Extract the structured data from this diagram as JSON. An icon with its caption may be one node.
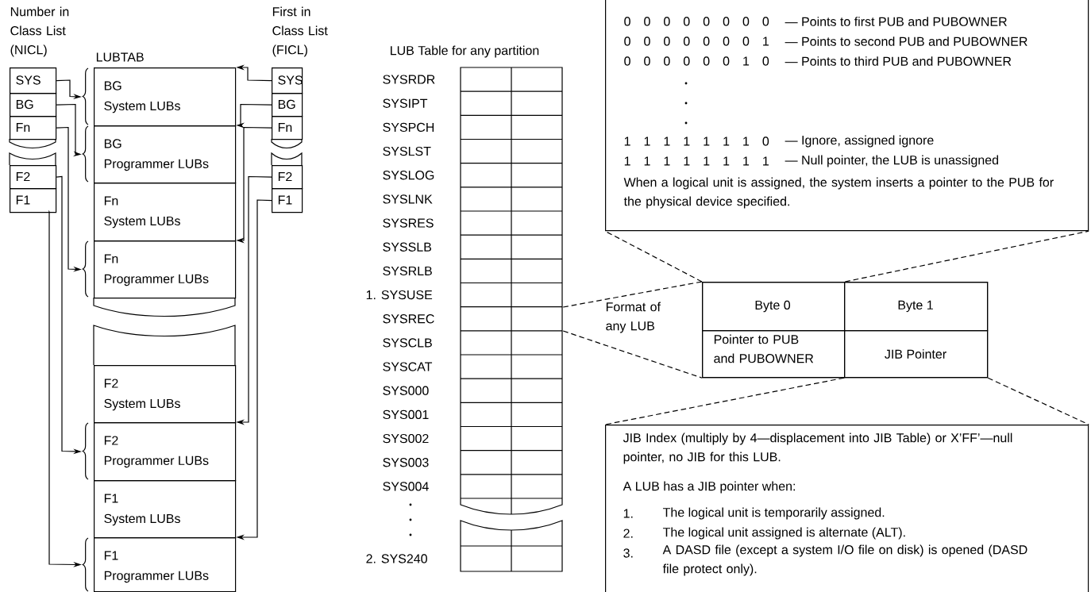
{
  "diagram": {
    "nodes": [
      {
        "text": [
          "Number in Class List (NICL)"
        ]
      },
      {
        "text": [
          "SYS"
        ]
      },
      {
        "text": [
          "BG"
        ]
      },
      {
        "text": [
          "Fn"
        ]
      },
      {
        "text": [
          "F2"
        ]
      },
      {
        "text": [
          "F1"
        ]
      },
      {
        "text": [
          "First in Class List (FICL)"
        ]
      },
      {
        "text": [
          "SYS"
        ]
      },
      {
        "text": [
          "BG"
        ]
      },
      {
        "text": [
          "Fn"
        ]
      },
      {
        "text": [
          "F2"
        ]
      },
      {
        "text": [
          "F1"
        ]
      },
      {
        "text": [
          "LUBTAB"
        ]
      },
      {
        "text": [
          "BG",
          "System LUBs"
        ]
      },
      {
        "text": [
          "BG",
          "Programmer LUBs"
        ]
      },
      {
        "text": [
          "Fn",
          "System LUBs"
        ]
      },
      {
        "text": [
          "Fn",
          "Programmer LUBs"
        ]
      },
      {
        "text": [
          "F2",
          "System LUBs"
        ]
      },
      {
        "text": [
          "F2",
          "Programmer LUBs"
        ]
      },
      {
        "text": [
          "F1",
          "System LUBs"
        ]
      },
      {
        "text": [
          "F1",
          "Programmer LUBs"
        ]
      },
      {
        "text": [
          "LUB Table for any partition"
        ]
      },
      {
        "text": [],
        "shape": "box",
        "beside": [
          "Format of any LUB"
        ]
      },
      {
        "text": [
          "Byte 0"
        ],
        "in": 22
      },
      {
        "text": [
          "Byte 1"
        ],
        "in": 22
      },
      {
        "text": [
          "Pointer to PUB and PUBOWNER"
        ],
        "in": 22
      },
      {
        "text": [
          "JIB Pointer"
        ],
        "in": 22
      },
      {
        "text": [
          "0 0 0 0 0 0 0 0",
          "— Points to first PUB and PUBOWNER",
          "0 0 0 0 0 0 0 1",
          "— Points to second PUB and PUBOWNER",
          "0 0 0 0 0 0 1 0",
          "— Points to third PUB and PUBOWNER",
          "1 1 1 1 1 1 1 0",
          "— Ignore, assigned ignore",
          "1 1 1 1 1 1 1 1",
          "— Null pointer, the LUB is unassigned",
          "When a logical unit is assigned, the system inserts a pointer to the PUB for the physical device specified."
        ]
      },
      {
        "text": [
          "JIB Index (multiply by 4—displacement into JIB Table) or X’FF’—null pointer, no JIB for this LUB.",
          "A LUB has a JIB pointer when:",
          "1.",
          "The logical unit is temporarily assigned.",
          "2.",
          "The logical unit assigned is alternate (ALT).",
          "3.",
          "A DASD file (except a system I/O file on disk) is opened (DASD file protect only)."
        ]
      }
    ],
    "edges": [
      {
        "from": 1,
        "to": 13,
        "arrow": "to"
      },
      {
        "from": 2,
        "to": 14,
        "arrow": "to"
      },
      {
        "from": 3,
        "to": 16,
        "arrow": "to"
      },
      {
        "from": 4,
        "to": 18,
        "arrow": "to"
      },
      {
        "from": 5,
        "to": 20,
        "arrow": "to"
      },
      {
        "from": 7,
        "to": 13,
        "arrow": "to"
      },
      {
        "from": 8,
        "to": 14,
        "arrow": "to"
      },
      {
        "from": 9,
        "to": 16,
        "arrow": "to"
      },
      {
        "from": 10,
        "to": 18,
        "arrow": "to"
      },
      {
        "from": 11,
        "to": 20,
        "arrow": "to"
      },
      {
        "from": 21,
        "to": 22,
        "arrow": "none",
        "style": "dashed"
      },
      {
        "from": 21,
        "to": 22,
        "arrow": "none",
        "style": "dashed"
      },
      {
        "from": 23,
        "to": 27,
        "arrow": "none",
        "style": "dashed"
      },
      {
        "from": 23,
        "to": 27,
        "arrow": "none",
        "style": "dashed"
      },
      {
        "from": 26,
        "to": 28,
        "arrow": "none",
        "style": "dashed"
      },
      {
        "from": 26,
        "to": 28,
        "arrow": "none",
        "style": "dashed"
      }
    ],
    "labels": [
      "SYSRDR",
      "SYSIPT",
      "SYSPCH",
      "SYSLST",
      "SYSLOG",
      "SYSLNK",
      "SYSRES",
      "SYSSLB",
      "SYSRLB",
      "1. SYSUSE",
      "SYSREC",
      "SYSCLB",
      "SYSCAT",
      "SYS000",
      "SYS001",
      "SYS002",
      "SYS003",
      "SYS004",
      "2. SYS240"
    ]
  }
}
